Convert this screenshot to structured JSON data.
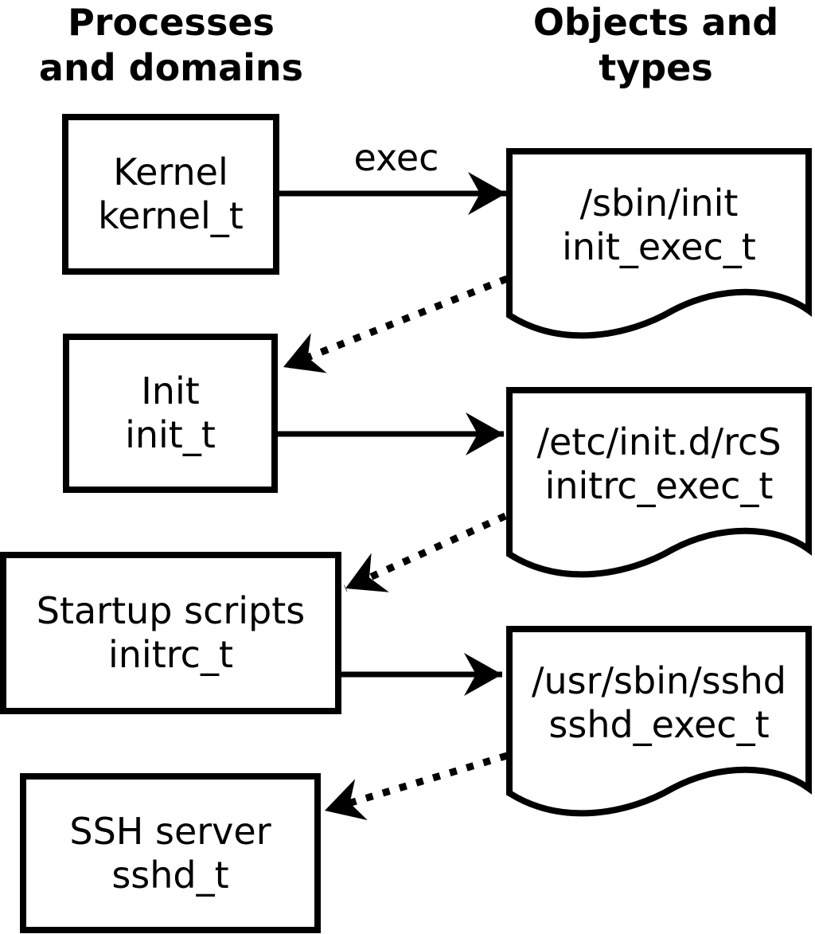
{
  "page": {
    "background_color": "#ffffff",
    "ink_color": "#000000"
  },
  "headers": {
    "left": {
      "line1": "Processes",
      "line2": "and domains"
    },
    "right": {
      "line1": "Objects and",
      "line2": "types"
    }
  },
  "process_nodes": [
    {
      "name": "Kernel",
      "type_label": "kernel_t"
    },
    {
      "name": "Init",
      "type_label": "init_t"
    },
    {
      "name": "Startup scripts",
      "type_label": "initrc_t"
    },
    {
      "name": "SSH server",
      "type_label": "sshd_t"
    }
  ],
  "object_nodes": [
    {
      "path": "/sbin/init",
      "type_label": "init_exec_t"
    },
    {
      "path": "/etc/init.d/rcS",
      "type_label": "initrc_exec_t"
    },
    {
      "path": "/usr/sbin/sshd",
      "type_label": "sshd_exec_t"
    }
  ],
  "edges": {
    "exec_label": "exec",
    "solid_edges": [
      {
        "from": "Kernel (kernel_t)",
        "to": "/sbin/init (init_exec_t)"
      },
      {
        "from": "Init (init_t)",
        "to": "/etc/init.d/rcS (initrc_exec_t)"
      },
      {
        "from": "Startup scripts (initrc_t)",
        "to": "/usr/sbin/sshd (sshd_exec_t)"
      }
    ],
    "dotted_edges": [
      {
        "from": "/sbin/init (init_exec_t)",
        "to": "Init (init_t)"
      },
      {
        "from": "/etc/init.d/rcS (initrc_exec_t)",
        "to": "Startup scripts (initrc_t)"
      },
      {
        "from": "/usr/sbin/sshd (sshd_exec_t)",
        "to": "SSH server (sshd_t)"
      }
    ]
  }
}
